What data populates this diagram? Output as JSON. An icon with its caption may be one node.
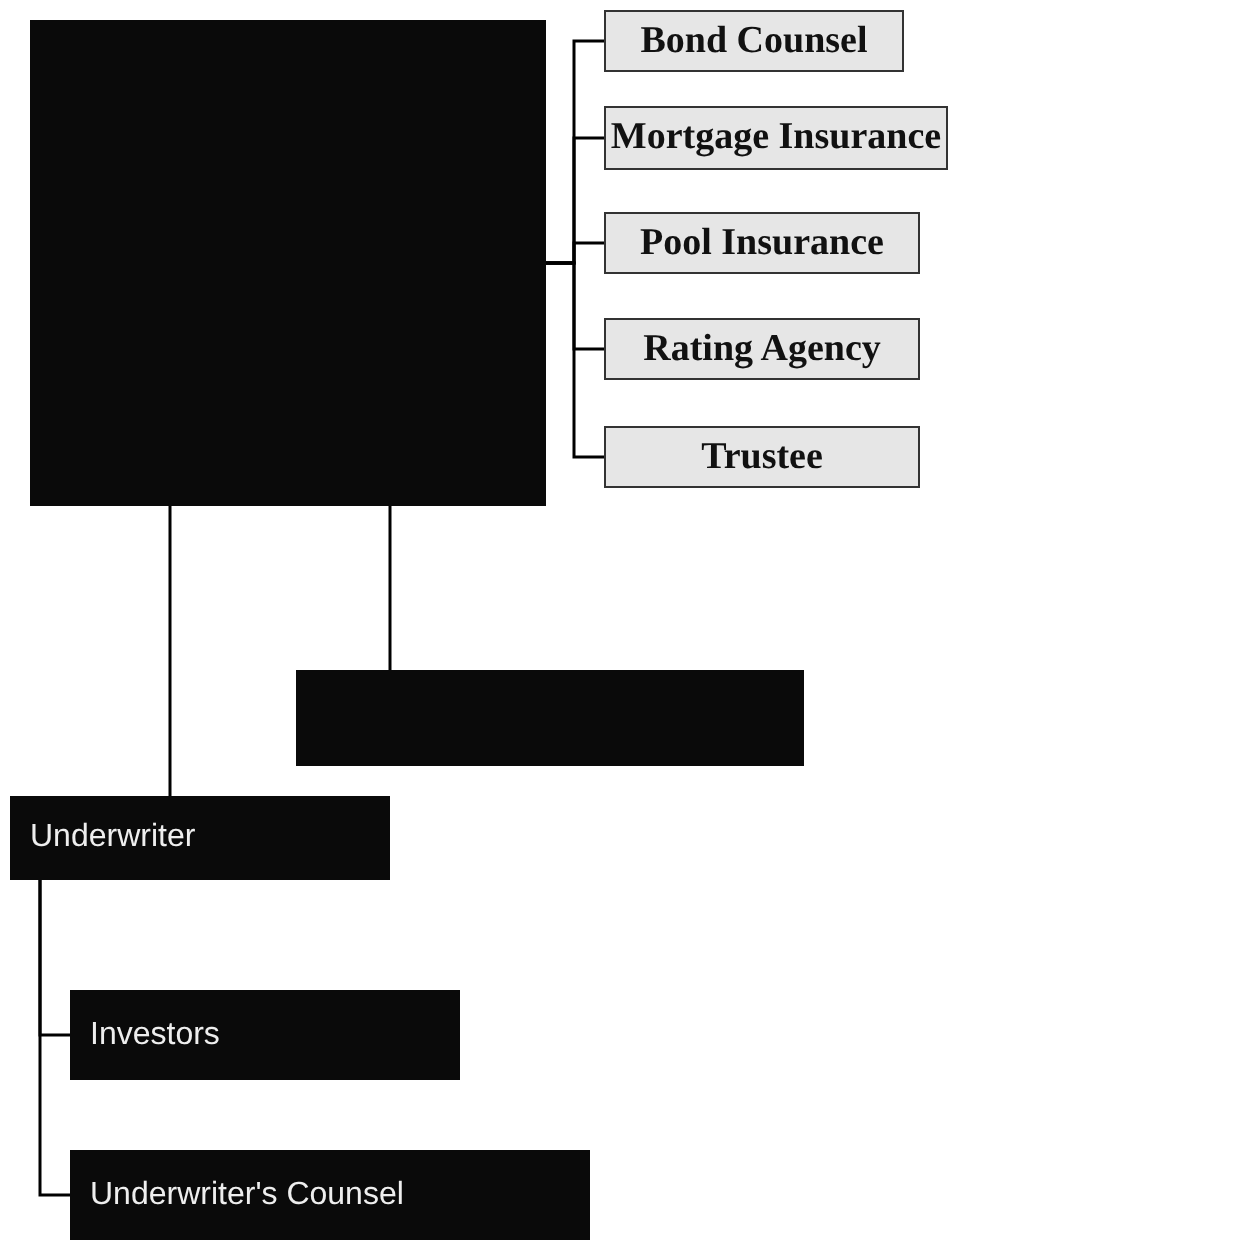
{
  "diagram": {
    "nodes": [
      {
        "text": [],
        "shape": "box"
      },
      {
        "text": [
          "Bond Counsel"
        ]
      },
      {
        "text": [
          "Mortgage Insurance"
        ]
      },
      {
        "text": [
          "Pool Insurance"
        ]
      },
      {
        "text": [
          "Rating Agency"
        ]
      },
      {
        "text": [
          "Trustee"
        ]
      },
      {
        "text": [],
        "shape": "box"
      },
      {
        "text": [
          "Underwriter"
        ]
      },
      {
        "text": [
          "Investors"
        ]
      },
      {
        "text": [
          "Underwriter's Counsel"
        ]
      }
    ],
    "edges": [
      {
        "from": 0,
        "to": 1,
        "arrow": "none"
      },
      {
        "from": 0,
        "to": 2,
        "arrow": "none"
      },
      {
        "from": 0,
        "to": 3,
        "arrow": "none"
      },
      {
        "from": 0,
        "to": 4,
        "arrow": "none"
      },
      {
        "from": 0,
        "to": 5,
        "arrow": "none"
      },
      {
        "from": 0,
        "to": 6,
        "arrow": "none"
      },
      {
        "from": 0,
        "to": 7,
        "arrow": "none"
      },
      {
        "from": 7,
        "to": 8,
        "arrow": "none"
      },
      {
        "from": 7,
        "to": 9,
        "arrow": "none"
      }
    ]
  }
}
